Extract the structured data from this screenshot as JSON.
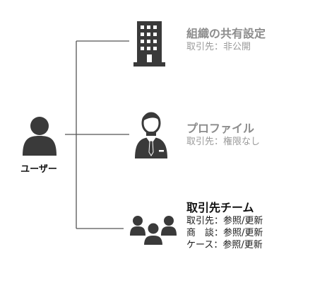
{
  "user": {
    "label": "ユーザー",
    "icon": "user-icon"
  },
  "nodes": [
    {
      "id": "org-sharing",
      "icon": "building-icon",
      "title": "組織の共有設定",
      "lines": [
        "取引先：非公開"
      ],
      "tone": "gray"
    },
    {
      "id": "profile",
      "icon": "businessman-icon",
      "title": "プロファイル",
      "lines": [
        "取引先：権限なし"
      ],
      "tone": "gray"
    },
    {
      "id": "account-team",
      "icon": "team-icon",
      "title": "取引先チーム",
      "lines": [
        "取引先：参照/更新",
        "商　談：参照/更新",
        "ケース：参照/更新"
      ],
      "tone": "dark"
    }
  ],
  "colors": {
    "icon": "#3a3a3a",
    "line": "#555555",
    "gray_text": "#8c8c8c",
    "dark_text": "#111111"
  }
}
